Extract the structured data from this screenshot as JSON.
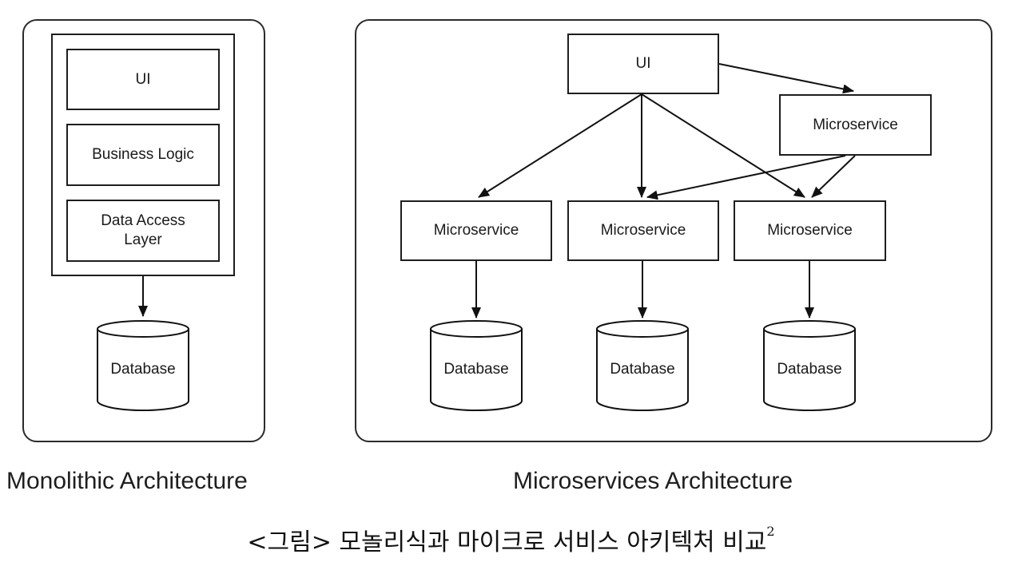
{
  "monolithic": {
    "layers": [
      "UI",
      "Business Logic",
      "Data Access Layer"
    ],
    "database": "Database",
    "caption": "Monolithic Architecture"
  },
  "microservices": {
    "ui": "UI",
    "microservice_label": "Microservice",
    "services": [
      "Microservice",
      "Microservice",
      "Microservice"
    ],
    "databases": [
      "Database",
      "Database",
      "Database"
    ],
    "caption": "Microservices Architecture"
  },
  "figure_caption": {
    "text": "<그림> 모놀리식과 마이크로 서비스 아키텍처 비교",
    "footnote": "2"
  }
}
